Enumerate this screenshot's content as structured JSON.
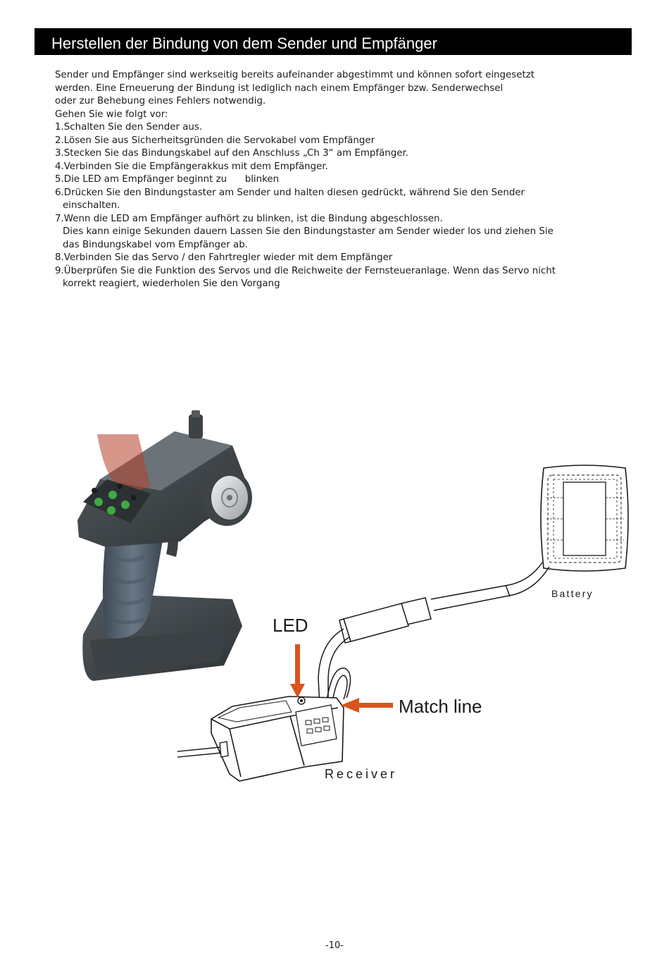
{
  "header": {
    "title": "Herstellen der Bindung von dem Sender und Empfänger"
  },
  "intro": [
    "Sender und Empfänger sind werkseitig bereits aufeinander abgestimmt und können sofort eingesetzt",
    "werden. Eine Erneuerung der Bindung ist lediglich nach einem Empfänger bzw. Senderwechsel",
    "oder zur Behebung eines Fehlers notwendig.",
    "Gehen Sie wie folgt vor:"
  ],
  "steps": [
    "1.Schalten Sie den Sender aus.",
    "2.Lösen Sie aus Sicherheitsgründen die Servokabel vom Empfänger",
    "3.Stecken Sie das Bindungskabel auf den Anschluss „Ch 3“ am Empfänger.",
    "4.Verbinden Sie die Empfängerakkus mit dem Empfänger.",
    "5.Die LED am Empfänger beginnt zu      blinken",
    "6.Drücken Sie den Bindungstaster am Sender und halten diesen gedrückt, während Sie den Sender einschalten.",
    "7.Wenn die LED am Empfänger aufhört zu blinken, ist die Bindung abgeschlossen.",
    "Dies kann einige Sekunden dauern Lassen Sie den Bindungstaster am Sender wieder los und ziehen Sie das Bindungskabel vom Empfänger ab.",
    "8.Verbinden Sie das Servo / den Fahrtregler wieder mit dem Empfänger",
    "9.Überprüfen Sie die Funktion des Servos und die Reichweite der Fernsteueranlage. Wenn das Servo nicht korrekt reagiert, wiederholen Sie den Vorgang"
  ],
  "diagram": {
    "battery_label": "Battery",
    "led_label": "LED",
    "match_label": "Match line",
    "receiver_label": "Receiver",
    "arrow_color": "#d9541e"
  },
  "footer": {
    "page_number": "-10-"
  }
}
